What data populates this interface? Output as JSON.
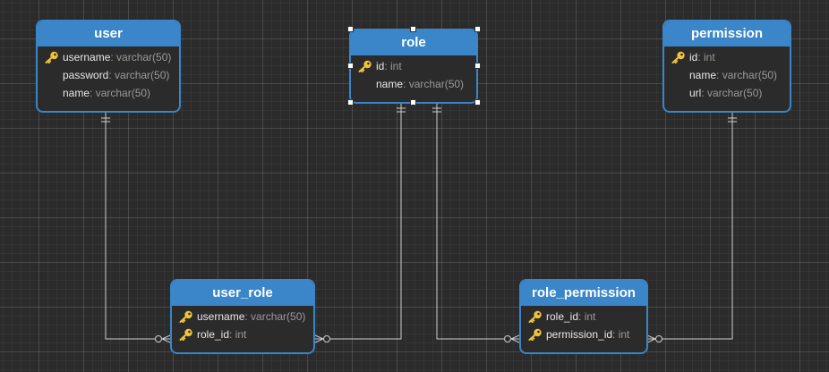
{
  "entities": {
    "user": {
      "title": "user",
      "fields": [
        {
          "name": "username",
          "type": ": varchar(50)",
          "pk": true
        },
        {
          "name": "password",
          "type": ": varchar(50)",
          "pk": false
        },
        {
          "name": "name",
          "type": ": varchar(50)",
          "pk": false
        }
      ]
    },
    "role": {
      "title": "role",
      "fields": [
        {
          "name": "id",
          "type": ": int",
          "pk": true
        },
        {
          "name": "name",
          "type": ": varchar(50)",
          "pk": false
        }
      ]
    },
    "permission": {
      "title": "permission",
      "fields": [
        {
          "name": "id",
          "type": ": int",
          "pk": true
        },
        {
          "name": "name",
          "type": ": varchar(50)",
          "pk": false
        },
        {
          "name": "url",
          "type": ": varchar(50)",
          "pk": false
        }
      ]
    },
    "user_role": {
      "title": "user_role",
      "fields": [
        {
          "name": "username",
          "type": ": varchar(50)",
          "pk": true
        },
        {
          "name": "role_id",
          "type": ": int",
          "pk": true
        }
      ]
    },
    "role_permission": {
      "title": "role_permission",
      "fields": [
        {
          "name": "role_id",
          "type": ": int",
          "pk": true
        },
        {
          "name": "permission_id",
          "type": ": int",
          "pk": true
        }
      ]
    }
  },
  "relationships": [
    {
      "from": "user",
      "to": "user_role",
      "from_cardinality": "one",
      "to_cardinality": "zero-or-many"
    },
    {
      "from": "role",
      "to": "user_role",
      "from_cardinality": "one",
      "to_cardinality": "zero-or-many"
    },
    {
      "from": "role",
      "to": "role_permission",
      "from_cardinality": "one",
      "to_cardinality": "zero-or-many"
    },
    {
      "from": "permission",
      "to": "role_permission",
      "from_cardinality": "one",
      "to_cardinality": "zero-or-many"
    }
  ],
  "selected_entity": "role",
  "colors": {
    "header": "#3a86c8",
    "border": "#3a86c8",
    "field_name": "#e8e8e8",
    "field_type": "#9a9a9a",
    "key_icon": "#f0c43a",
    "line": "#cfcfcf",
    "background": "#2b2b2b"
  },
  "icons": {
    "primary_key": "key-icon"
  }
}
